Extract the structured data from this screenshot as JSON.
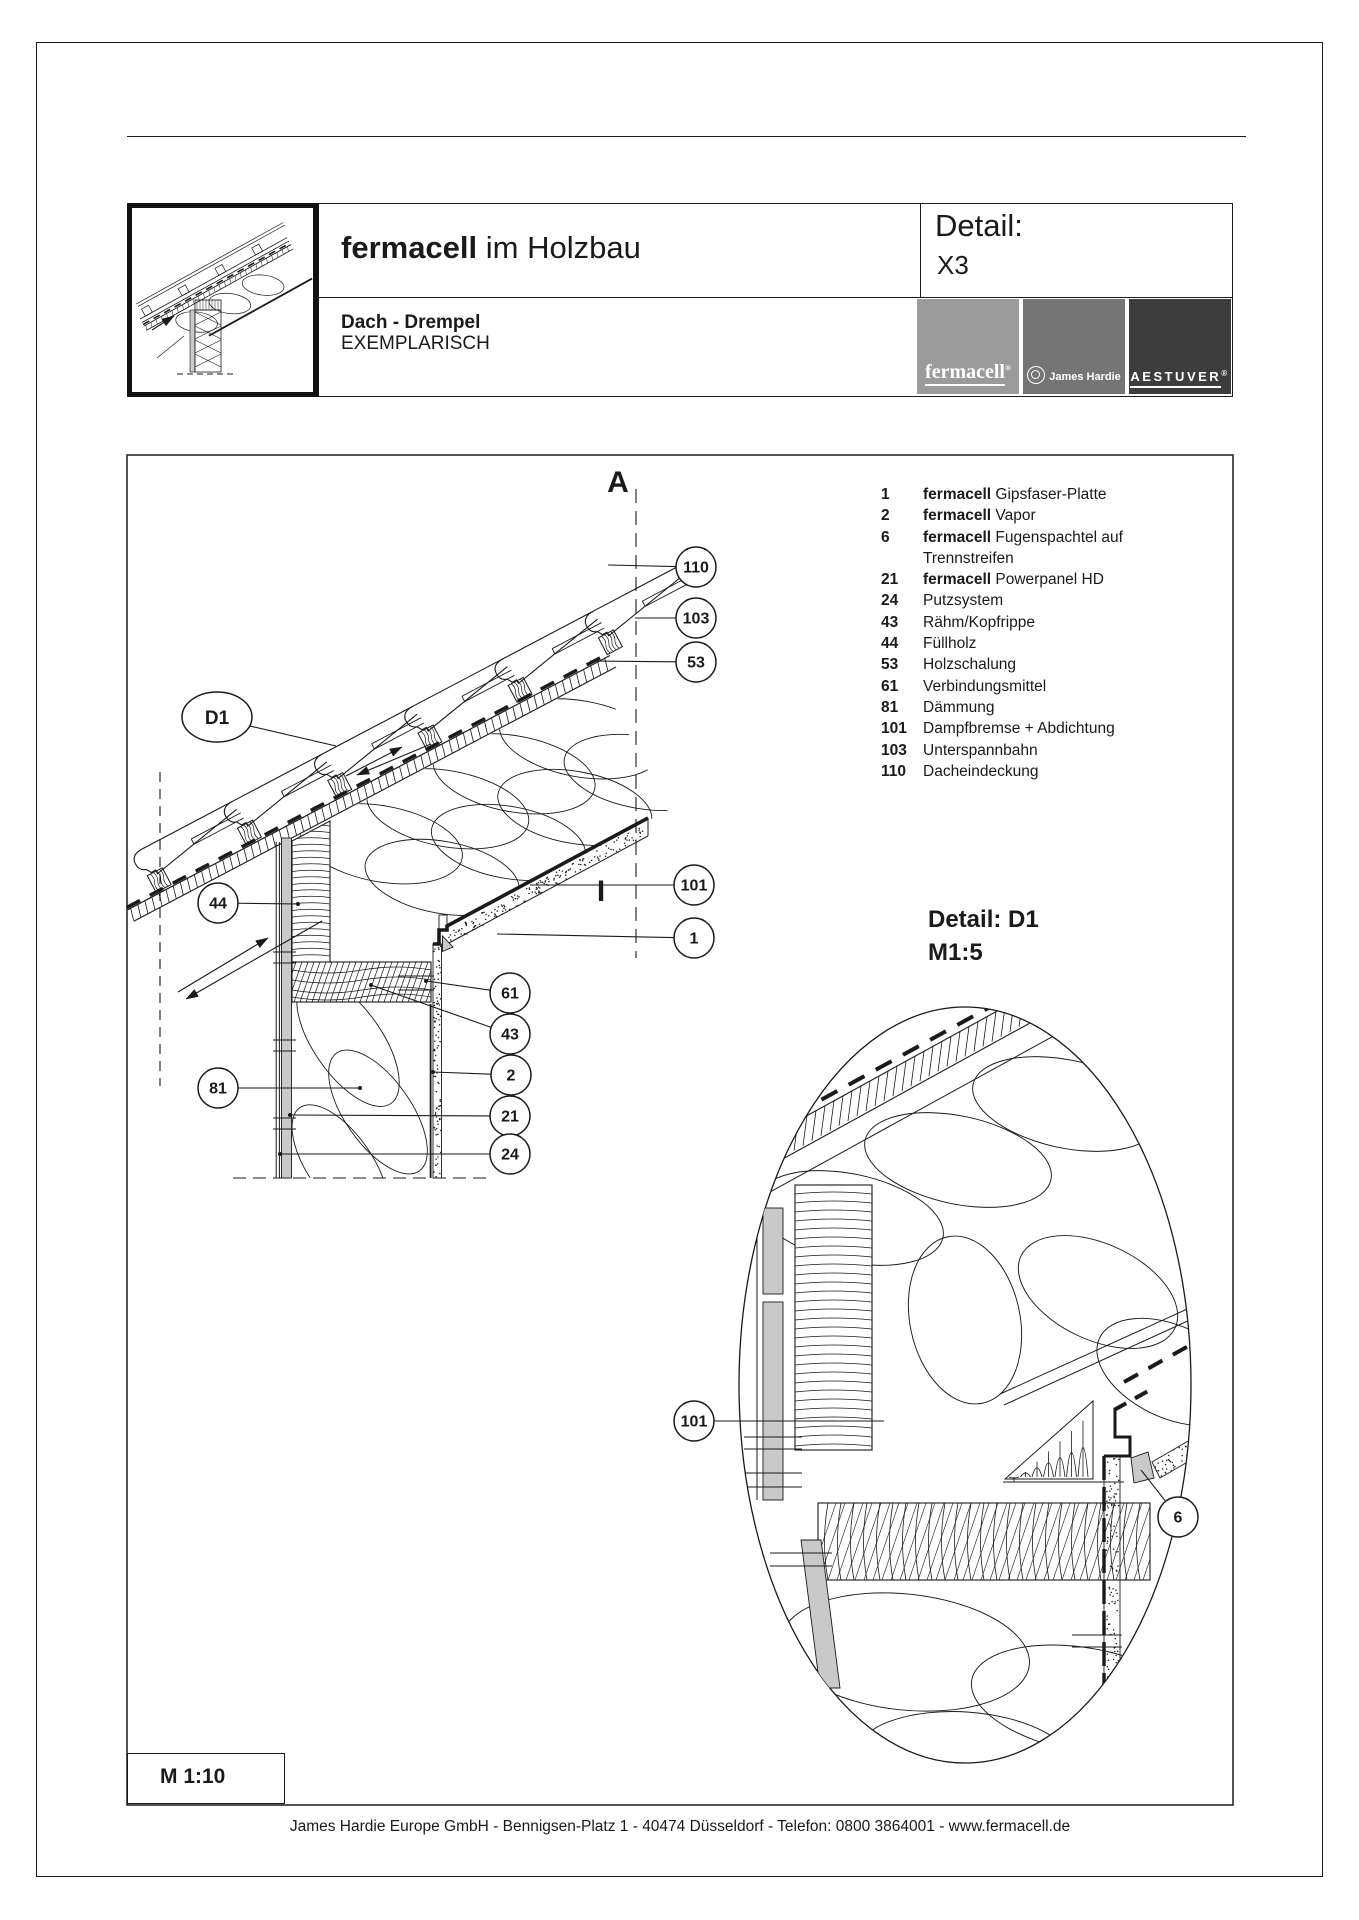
{
  "colors": {
    "ink": "#1a1a1a",
    "gray_fill": "#c9c9c9",
    "logo_fermacell_bg": "#9b9b9b",
    "logo_jameshardie_bg": "#757575",
    "logo_aestuver_bg": "#3d3d3d"
  },
  "header": {
    "title_brand": "fermacell",
    "title_rest": " im Holzbau",
    "detail_label": "Detail:",
    "detail_code": "X3",
    "subtitle": "Dach - Drempel",
    "subtitle2": "EXEMPLARISCH",
    "logo_fermacell_text": "fermacell",
    "logo_fermacell_reg": "®",
    "logo_jameshardie_text": "James Hardie",
    "logo_aestuver_text": "AESTUVER",
    "logo_aestuver_reg": "®"
  },
  "legend": {
    "items": [
      {
        "num": "1",
        "brand": "fermacell",
        "text": "Gipsfaser-Platte"
      },
      {
        "num": "2",
        "brand": "fermacell",
        "text": "Vapor"
      },
      {
        "num": "6",
        "brand": "fermacell",
        "text": "Fugenspachtel auf Trennstreifen"
      },
      {
        "num": "21",
        "brand": "fermacell",
        "text": "Powerpanel HD"
      },
      {
        "num": "24",
        "brand": "",
        "text": "Putzsystem"
      },
      {
        "num": "43",
        "brand": "",
        "text": "Rähm/Kopfrippe"
      },
      {
        "num": "44",
        "brand": "",
        "text": "Füllholz"
      },
      {
        "num": "53",
        "brand": "",
        "text": "Holzschalung"
      },
      {
        "num": "61",
        "brand": "",
        "text": "Verbindungsmittel"
      },
      {
        "num": "81",
        "brand": "",
        "text": "Dämmung"
      },
      {
        "num": "101",
        "brand": "",
        "text": "Dampfbremse + Abdichtung"
      },
      {
        "num": "103",
        "brand": "",
        "text": "Unterspannbahn"
      },
      {
        "num": "110",
        "brand": "",
        "text": "Dacheindeckung"
      }
    ]
  },
  "drawing": {
    "section_label_a": "A",
    "section_label_i": "I",
    "detail_ref_label": "D1",
    "scale_box_label": "M 1:10",
    "callouts_main": [
      "110",
      "103",
      "53",
      "101",
      "1",
      "44",
      "81",
      "61",
      "43",
      "2",
      "21",
      "24"
    ],
    "detail_d1_title": "Detail: D1",
    "detail_d1_scale": "M1:5",
    "callouts_d1": [
      "101",
      "6"
    ]
  },
  "footer": {
    "line": "James Hardie Europe GmbH - Bennigsen-Platz 1 - 40474 Düsseldorf - Telefon: 0800 3864001 - www.fermacell.de"
  }
}
